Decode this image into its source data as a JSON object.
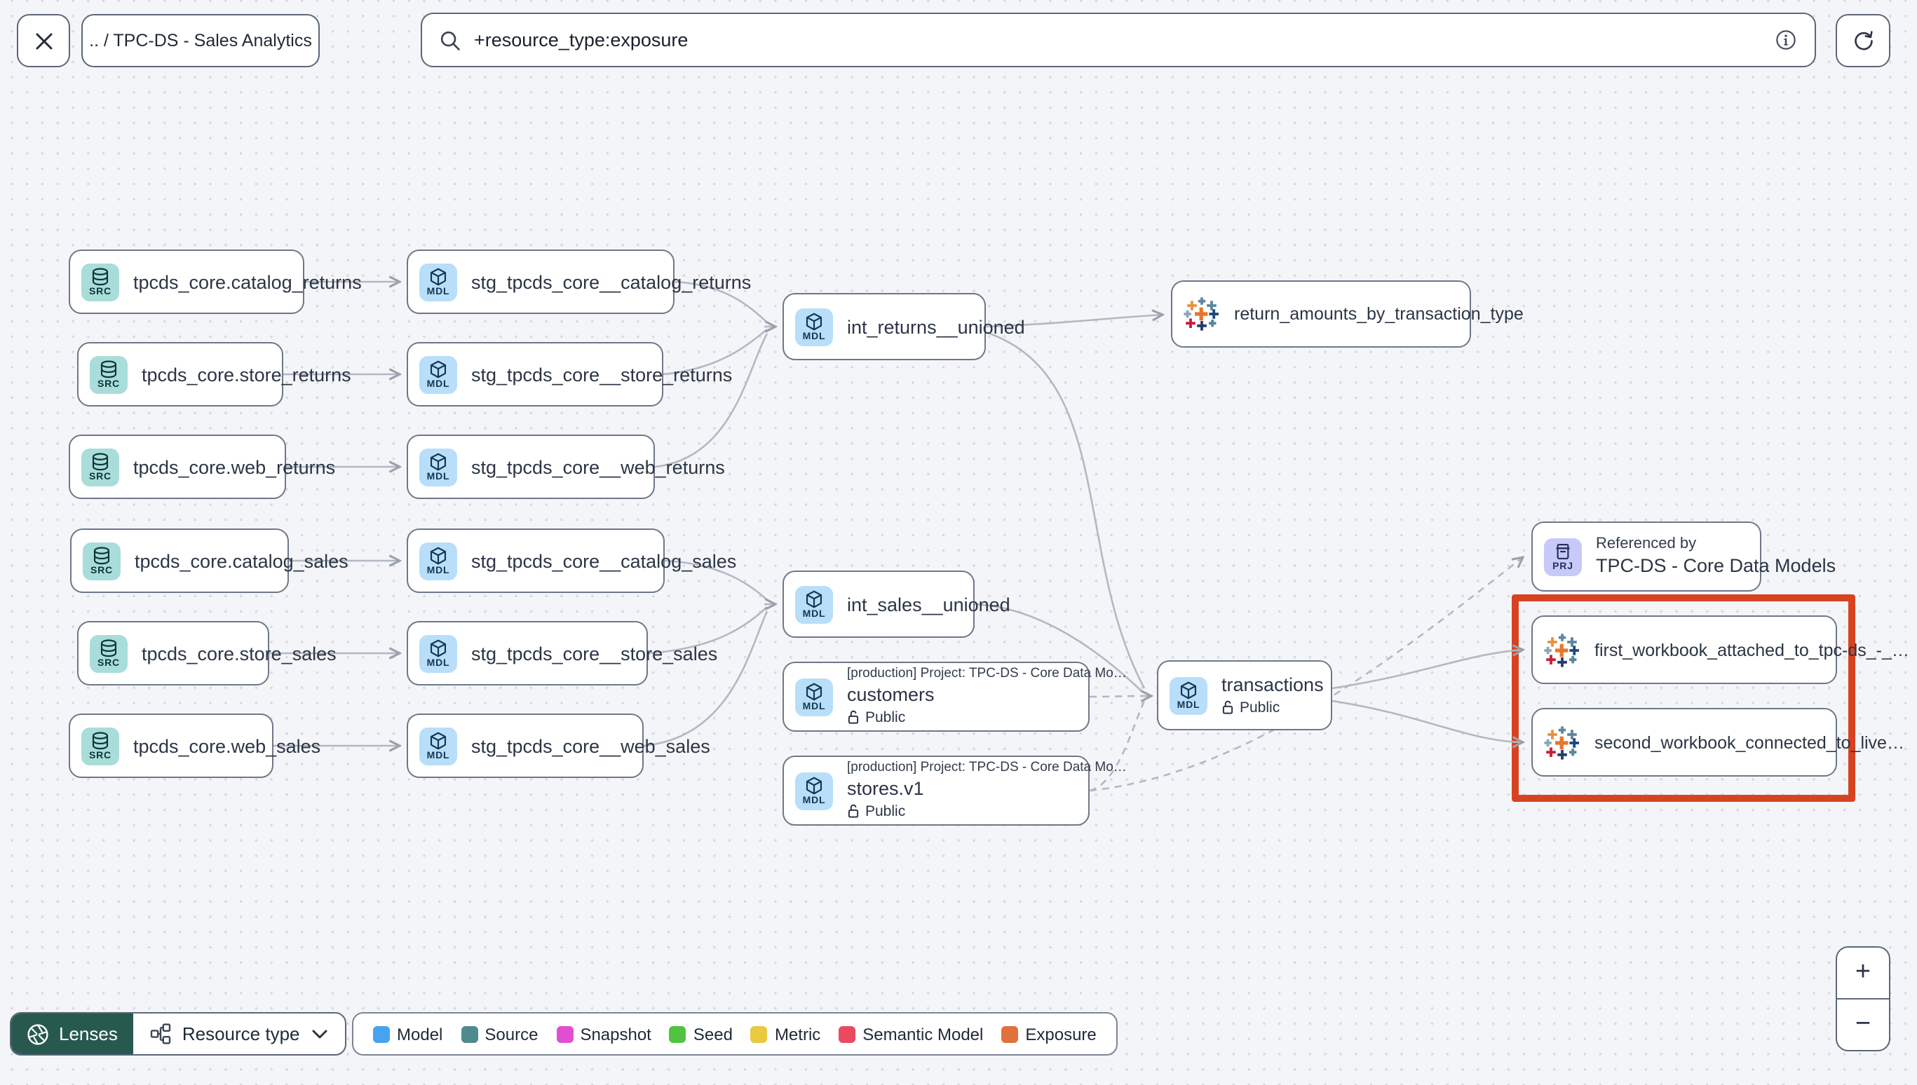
{
  "toolbar": {
    "breadcrumb": ".. / TPC-DS - Sales Analytics",
    "search_value": "+resource_type:exposure"
  },
  "canvas": {
    "nodes": [
      {
        "id": "src-catalog-returns",
        "kind": "source",
        "badge": "SRC",
        "label": "tpcds_core.catalog_returns"
      },
      {
        "id": "src-store-returns",
        "kind": "source",
        "badge": "SRC",
        "label": "tpcds_core.store_returns"
      },
      {
        "id": "src-web-returns",
        "kind": "source",
        "badge": "SRC",
        "label": "tpcds_core.web_returns"
      },
      {
        "id": "src-catalog-sales",
        "kind": "source",
        "badge": "SRC",
        "label": "tpcds_core.catalog_sales"
      },
      {
        "id": "src-store-sales",
        "kind": "source",
        "badge": "SRC",
        "label": "tpcds_core.store_sales"
      },
      {
        "id": "src-web-sales",
        "kind": "source",
        "badge": "SRC",
        "label": "tpcds_core.web_sales"
      },
      {
        "id": "stg-catalog-returns",
        "kind": "model",
        "badge": "MDL",
        "label": "stg_tpcds_core__catalog_returns"
      },
      {
        "id": "stg-store-returns",
        "kind": "model",
        "badge": "MDL",
        "label": "stg_tpcds_core__store_returns"
      },
      {
        "id": "stg-web-returns",
        "kind": "model",
        "badge": "MDL",
        "label": "stg_tpcds_core__web_returns"
      },
      {
        "id": "stg-catalog-sales",
        "kind": "model",
        "badge": "MDL",
        "label": "stg_tpcds_core__catalog_sales"
      },
      {
        "id": "stg-store-sales",
        "kind": "model",
        "badge": "MDL",
        "label": "stg_tpcds_core__store_sales"
      },
      {
        "id": "stg-web-sales",
        "kind": "model",
        "badge": "MDL",
        "label": "stg_tpcds_core__web_sales"
      },
      {
        "id": "int-returns-unioned",
        "kind": "model",
        "badge": "MDL",
        "label": "int_returns__unioned"
      },
      {
        "id": "int-sales-unioned",
        "kind": "model",
        "badge": "MDL",
        "label": "int_sales__unioned"
      },
      {
        "id": "customers",
        "kind": "model",
        "badge": "MDL",
        "project": "[production] Project: TPC-DS - Core Data Mo…",
        "label": "customers",
        "access": "Public"
      },
      {
        "id": "stores-v1",
        "kind": "model",
        "badge": "MDL",
        "project": "[production] Project: TPC-DS - Core Data Mo…",
        "label": "stores.v1",
        "access": "Public"
      },
      {
        "id": "transactions",
        "kind": "model",
        "badge": "MDL",
        "label": "transactions",
        "access": "Public"
      },
      {
        "id": "return-amounts-by-transaction-type",
        "kind": "exposure",
        "label": "return_amounts_by_transaction_type"
      },
      {
        "id": "referenced-by-project",
        "kind": "project",
        "badge": "PRJ",
        "title": "Referenced by",
        "label": "TPC-DS - Core Data Models"
      },
      {
        "id": "workbook-1",
        "kind": "exposure",
        "label": "first_workbook_attached_to_tpc-ds_-_…"
      },
      {
        "id": "workbook-2",
        "kind": "exposure",
        "label": "second_workbook_connected_to_live…"
      }
    ]
  },
  "footer": {
    "lenses_label": "Lenses",
    "resource_type_label": "Resource type",
    "legend": [
      {
        "label": "Model",
        "color": "#47a3ee"
      },
      {
        "label": "Source",
        "color": "#4f8b8e"
      },
      {
        "label": "Snapshot",
        "color": "#e14ed2"
      },
      {
        "label": "Seed",
        "color": "#50c43e"
      },
      {
        "label": "Metric",
        "color": "#ebc93f"
      },
      {
        "label": "Semantic Model",
        "color": "#ea4a61"
      },
      {
        "label": "Exposure",
        "color": "#e1703b"
      }
    ]
  },
  "zoom_controls": {
    "zoom_in": "+",
    "zoom_out": "−"
  },
  "highlight_color": "#d74320"
}
